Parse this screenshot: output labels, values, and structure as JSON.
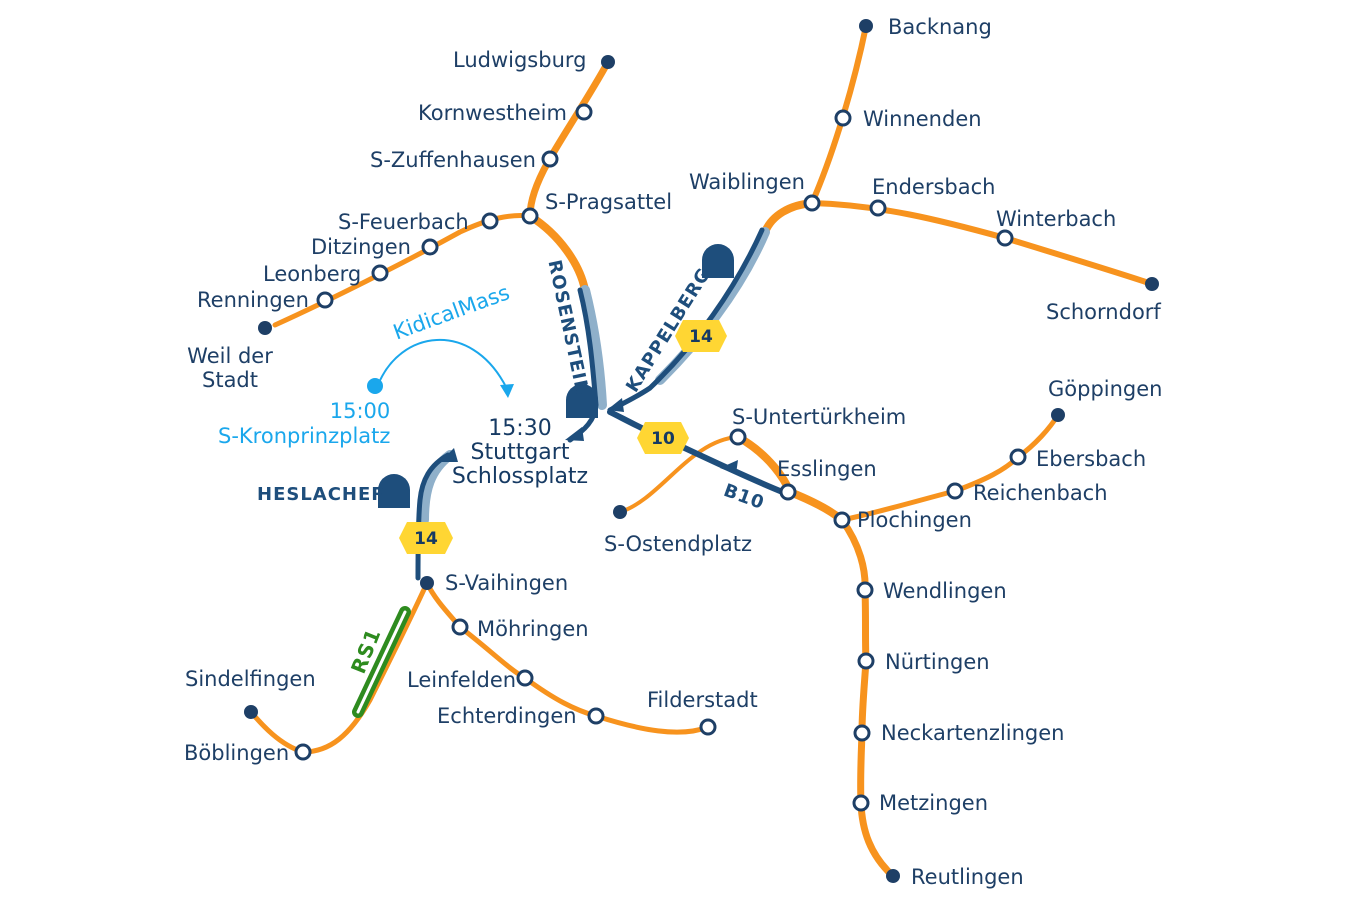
{
  "colors": {
    "rail": "#f7931e",
    "station_ring": "#1e3f66",
    "endpoint": "#1e3f66",
    "bike_route": "#1e4e7c",
    "tunnel_route": "#8fb0ca",
    "badge": "#ffd633",
    "rs1": "#2e8b1f",
    "kidical": "#1aa7ec"
  },
  "stations": {
    "ludwigsburg": "Ludwigsburg",
    "kornwestheim": "Kornwestheim",
    "zuffenhausen": "S-Zuffenhausen",
    "pragsattel": "S-Pragsattel",
    "feuerbach": "S-Feuerbach",
    "ditzingen": "Ditzingen",
    "leonberg": "Leonberg",
    "renningen": "Renningen",
    "weil_line1": "Weil der",
    "weil_line2": "Stadt",
    "backnang": "Backnang",
    "winnenden": "Winnenden",
    "waiblingen": "Waiblingen",
    "endersbach": "Endersbach",
    "winterbach": "Winterbach",
    "schorndorf": "Schorndorf",
    "goeppingen": "Göppingen",
    "ebersbach": "Ebersbach",
    "reichenbach": "Reichenbach",
    "untertuerkheim": "S-Untertürkheim",
    "esslingen": "Esslingen",
    "plochingen": "Plochingen",
    "ostendplatz": "S-Ostendplatz",
    "wendlingen": "Wendlingen",
    "nuertingen": "Nürtingen",
    "neckartenzlingen": "Neckartenzlingen",
    "metzingen": "Metzingen",
    "reutlingen": "Reutlingen",
    "vaihingen": "S-Vaihingen",
    "moehringen": "Möhringen",
    "leinfelden": "Leinfelden",
    "echterdingen": "Echterdingen",
    "filderstadt": "Filderstadt",
    "sindelfingen": "Sindelfingen",
    "boeblingen": "Böblingen"
  },
  "kidical": {
    "name": "KidicalMass",
    "time": "15:00",
    "place": "S-Kronprinzplatz"
  },
  "destination": {
    "time": "15:30",
    "line1": "Stuttgart",
    "line2": "Schlossplatz"
  },
  "tunnels": {
    "rosenstein": "ROSENSTEIN",
    "kappelberg": "KAPPELBERG",
    "heslacher": "HESLACHER"
  },
  "badges": {
    "b14_north": "14",
    "b10_badge": "10",
    "b14_south": "14"
  },
  "road_labels": {
    "b10": "B10",
    "rs1": "RS1"
  }
}
